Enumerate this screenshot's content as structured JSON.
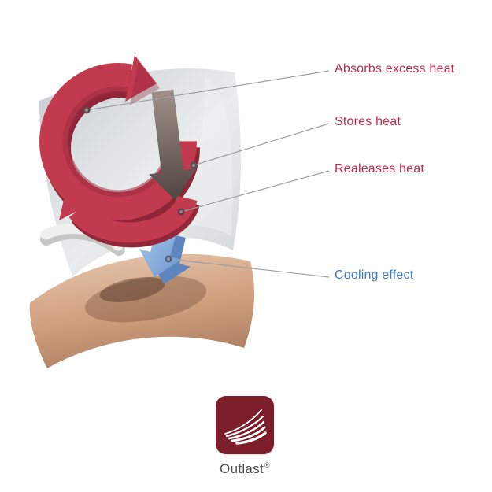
{
  "callouts": {
    "absorbs": {
      "label": "Absorbs excess heat"
    },
    "stores": {
      "label": "Stores heat"
    },
    "releases": {
      "label": "Realeases heat"
    },
    "cooling": {
      "label": "Cooling effect"
    }
  },
  "logo": {
    "name": "Outlast",
    "reg_mark": "®"
  },
  "colors": {
    "heat_label": "#c5294b",
    "cooling_label": "#3c7cc0",
    "heat_ring": "#c23a4e",
    "heat_ring_shadow": "#8e2538",
    "stores_arrow": "#6b5c58",
    "cooling_arrow": "#7fa8dc",
    "fabric_sheet": "#dfe3e5",
    "skin_layer": "#c89a7c",
    "logo_box": "#7d1f2a"
  }
}
